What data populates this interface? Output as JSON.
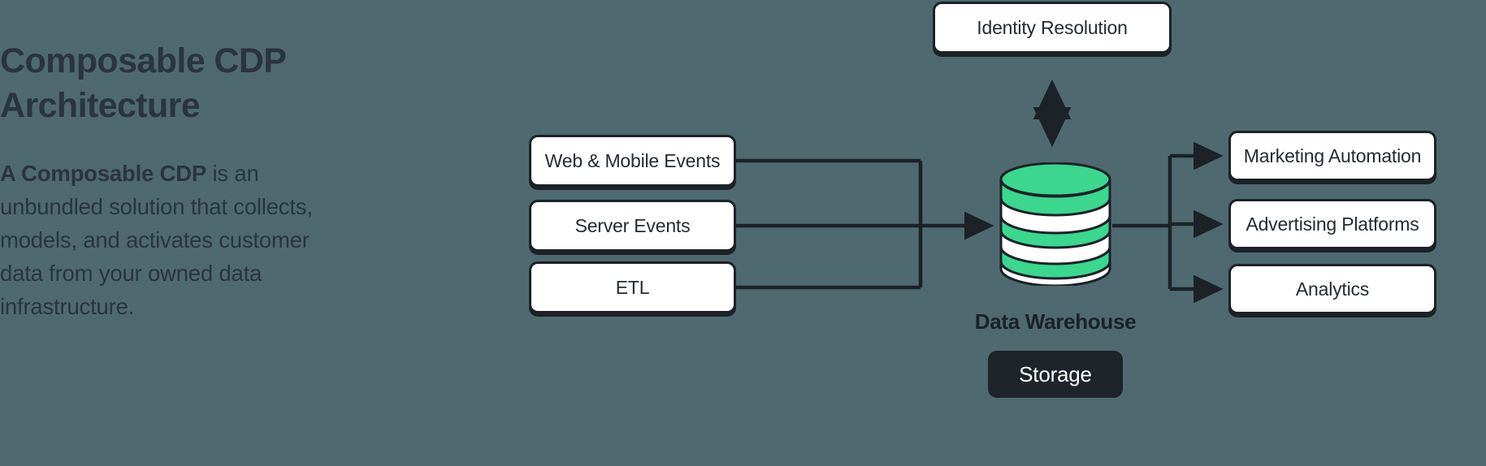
{
  "theme": {
    "background": "#4E6A70",
    "ink": "#1C2228",
    "text_dark": "#2B3440",
    "node_fill": "#FFFFFF",
    "accent_green": "#3CD68F",
    "badge_fill": "#1E2429",
    "badge_text": "#FFFFFF"
  },
  "copy": {
    "headline": "Composable CDP\nArchitecture",
    "body_lead": "A Composable CDP",
    "body_rest": " is an unbundled solution that collects, models, and activates customer data from your owned data infrastructure."
  },
  "diagram": {
    "sources": [
      {
        "label": "Web & Mobile Events"
      },
      {
        "label": "Server Events"
      },
      {
        "label": "ETL"
      }
    ],
    "warehouse": {
      "icon": "database-cylinder-icon",
      "caption": "Data Warehouse",
      "badge": "Storage"
    },
    "identity": {
      "label": "Identity Resolution",
      "connector": "bidirectional-dashed-arrow"
    },
    "destinations": [
      {
        "label": "Marketing Automation"
      },
      {
        "label": "Advertising Platforms"
      },
      {
        "label": "Analytics"
      }
    ]
  }
}
